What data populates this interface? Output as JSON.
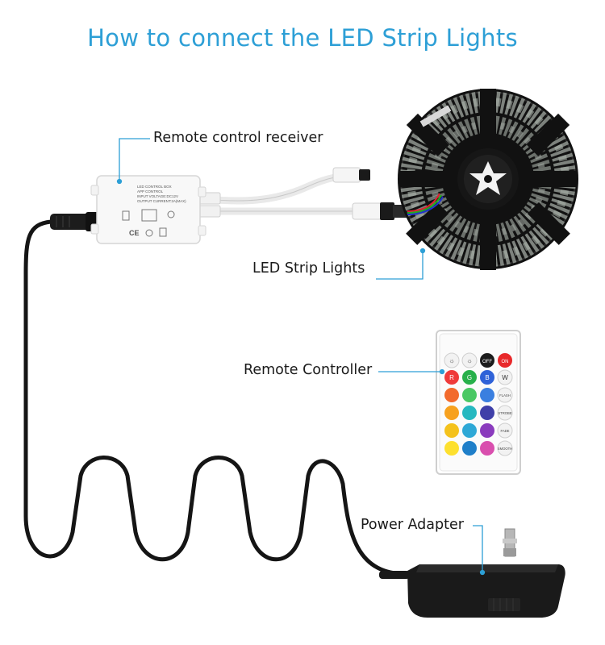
{
  "title": "How to connect the LED Strip Lights",
  "labels": {
    "receiver": "Remote control receiver",
    "strip": "LED Strip Lights",
    "controller": "Remote Controller",
    "adapter": "Power Adapter"
  },
  "receiver_box": {
    "lines": [
      "LED CONTROL BOX",
      "APP CONTROL",
      "INPUT VOLTAGE:DC12V",
      "OUTPUT CURRENT:2A(MAX)"
    ],
    "marks": "CE"
  },
  "remote": {
    "top_buttons": [
      "☼",
      "☼",
      "OFF",
      "ON"
    ],
    "rgb_buttons": [
      "R",
      "G",
      "B",
      "W"
    ],
    "side_buttons": [
      "FLASH",
      "STROBE",
      "FADE",
      "SMOOTH"
    ],
    "colors": {
      "row1": [
        "#ef3a3a",
        "#27b04a",
        "#2f62d8"
      ],
      "row2": [
        "#f26a2c",
        "#4ac864",
        "#3a7fe0",
        "#8a3bbd"
      ],
      "row3": [
        "#f7a11e",
        "#25b8c0",
        "#3f3fa8",
        "#b4368f"
      ],
      "row4": [
        "#fde02f",
        "#2ea8d6",
        "#6c2bb0",
        "#d94fae"
      ]
    }
  },
  "accent_color": "#2d9fd6"
}
